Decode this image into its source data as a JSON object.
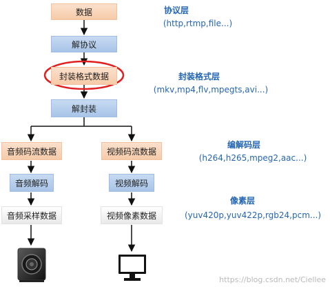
{
  "boxes": {
    "data": "数据",
    "protocol_decode": "解协议",
    "container_data": "封装格式数据",
    "demux": "解封装",
    "audio_stream": "音频码流数据",
    "video_stream": "视频码流数据",
    "audio_decode": "音频解码",
    "video_decode": "视频解码",
    "audio_sample": "音频采样数据",
    "video_pixel": "视频像素数据"
  },
  "layers": {
    "protocol": {
      "title": "协议层",
      "examples": "(http,rtmp,file...)"
    },
    "container": {
      "title": "封装格式层",
      "examples": "(mkv,mp4,flv,mpegts,avi...)"
    },
    "codec": {
      "title": "编解码层",
      "examples": "(h264,h265,mpeg2,aac...)"
    },
    "pixel": {
      "title": "像素层",
      "examples": "(yuv420p,yuv422p,rgb24,pcm...)"
    }
  },
  "devices": {
    "speaker": "speaker-icon",
    "monitor": "monitor-icon"
  },
  "highlight_color": "#e02020",
  "watermark": "https://blog.csdn.net/Ciellee"
}
